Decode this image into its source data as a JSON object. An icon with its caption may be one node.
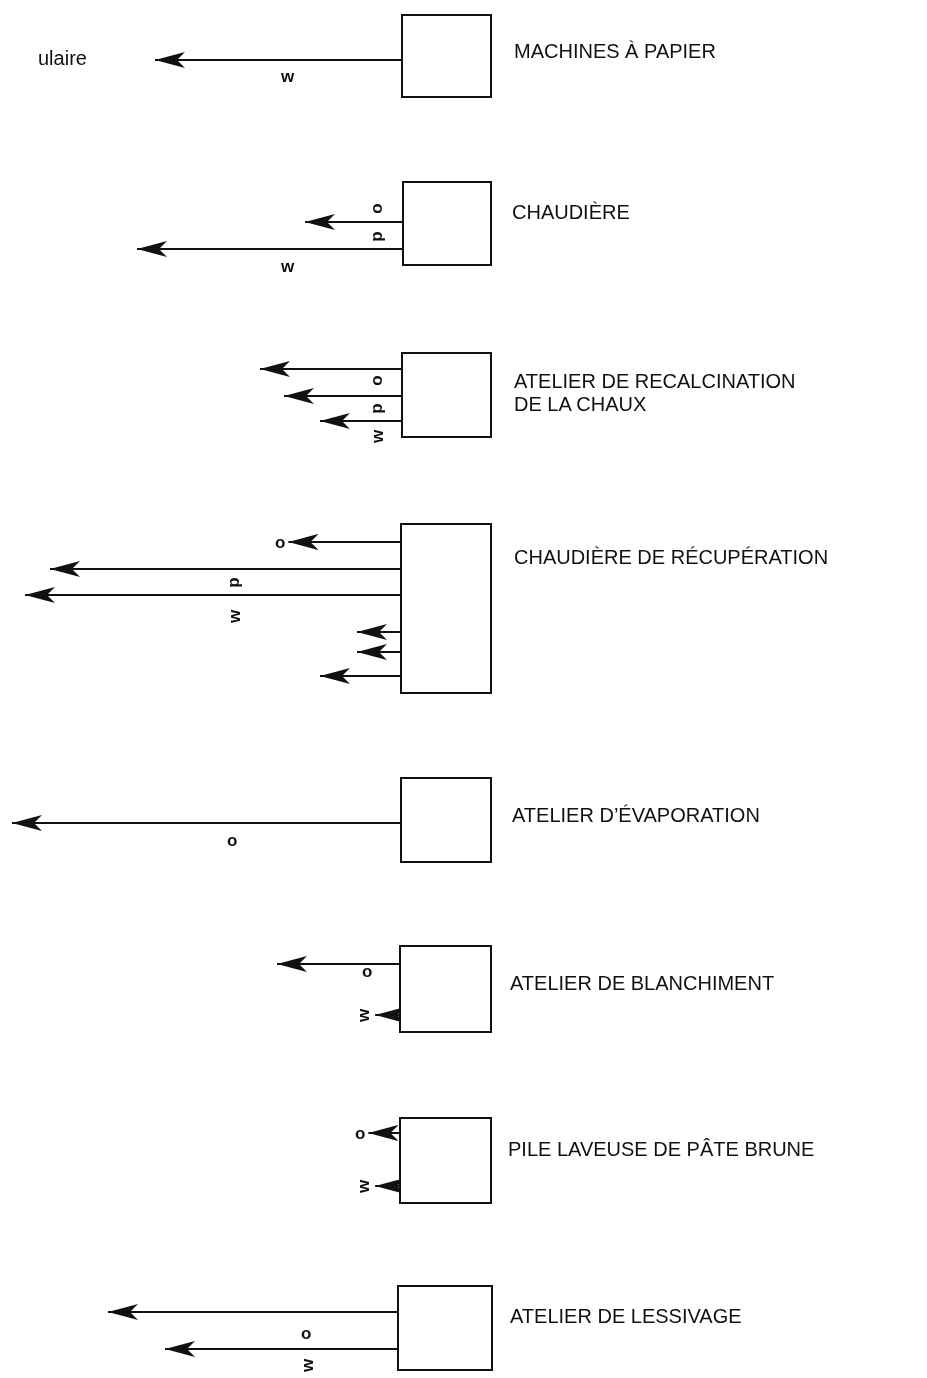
{
  "diagram": {
    "nodes": [
      {
        "text": [
          "MACHINES À PAPIER"
        ]
      },
      {
        "text": [
          "CHAUDIÈRE"
        ]
      },
      {
        "text": [
          "ATELIER DE RECALCINATION DE LA CHAUX"
        ]
      },
      {
        "text": [
          "CHAUDIÈRE DE RÉCUPÉRATION"
        ]
      },
      {
        "text": [
          "ATELIER D’ÉVAPORATION"
        ]
      },
      {
        "text": [
          "ATELIER DE BLANCHIMENT"
        ]
      },
      {
        "text": [
          "PILE LAVEUSE DE PÂTE BRUNE"
        ]
      },
      {
        "text": [
          "ATELIER DE LESSIVAGE"
        ]
      },
      {
        "text": [
          "o"
        ]
      },
      {
        "text": [
          "w"
        ]
      },
      {
        "text": [
          "o"
        ]
      },
      {
        "text": [
          "w"
        ]
      }
    ],
    "edges": [
      {
        "from": 0,
        "to": null,
        "arrow": "to"
      },
      {
        "from": 1,
        "to": null,
        "arrow": "to"
      },
      {
        "from": 1,
        "to": null,
        "arrow": "to"
      },
      {
        "from": 2,
        "to": null,
        "arrow": "to"
      },
      {
        "from": 2,
        "to": null,
        "arrow": "to"
      },
      {
        "from": 2,
        "to": null,
        "arrow": "to"
      },
      {
        "from": 3,
        "to": 8,
        "arrow": "to"
      },
      {
        "from": 3,
        "to": null,
        "arrow": "to"
      },
      {
        "from": 3,
        "to": null,
        "arrow": "to"
      },
      {
        "from": 3,
        "to": null,
        "arrow": "to"
      },
      {
        "from": 3,
        "to": null,
        "arrow": "to"
      },
      {
        "from": 3,
        "to": null,
        "arrow": "to"
      },
      {
        "from": 4,
        "to": null,
        "arrow": "to"
      },
      {
        "from": 5,
        "to": null,
        "arrow": "to"
      },
      {
        "from": 5,
        "to": 9,
        "arrow": "to"
      },
      {
        "from": 6,
        "to": 10,
        "arrow": "to"
      },
      {
        "from": 6,
        "to": 11,
        "arrow": "to"
      },
      {
        "from": 7,
        "to": null,
        "arrow": "to"
      },
      {
        "from": 7,
        "to": null,
        "arrow": "to"
      }
    ],
    "labels": [
      "ulaire",
      "w",
      "o",
      "p",
      "w",
      "o",
      "p",
      "w",
      "p",
      "w",
      "o",
      "o",
      "o",
      "w"
    ]
  }
}
